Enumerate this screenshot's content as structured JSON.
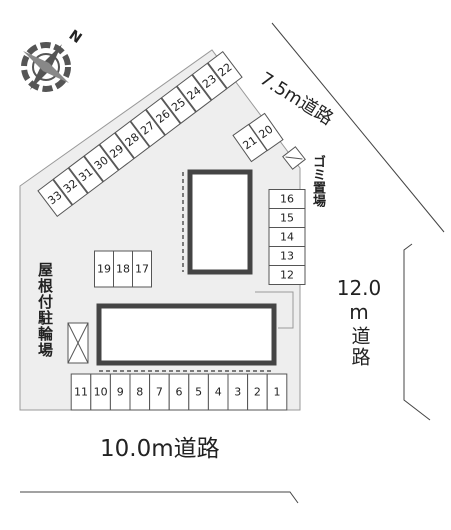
{
  "compass": {
    "label": "N",
    "icon": "compass-rose-icon"
  },
  "roads": {
    "south": "10.0m道路",
    "east_width": "12.0",
    "east_unit": "m",
    "east_word": "道路",
    "northeast": "7.5m道路"
  },
  "labels": {
    "bike_parking": "屋根付駐輪場",
    "trash": "ゴミ置場"
  },
  "parking": {
    "bottom_row": [
      "11",
      "10",
      "9",
      "8",
      "7",
      "6",
      "5",
      "4",
      "3",
      "2",
      "1"
    ],
    "right_column": [
      "16",
      "15",
      "14",
      "13",
      "12"
    ],
    "middle_row": [
      "19",
      "18",
      "17"
    ],
    "corner_pair": [
      "21",
      "20"
    ],
    "diagonal_row": [
      "33",
      "32",
      "31",
      "30",
      "29",
      "28",
      "27",
      "26",
      "25",
      "24",
      "23",
      "22"
    ]
  },
  "colors": {
    "lot": "#eeeeee",
    "building_fill": "#ffffff",
    "building_border": "#444444",
    "lines": "#555555"
  }
}
